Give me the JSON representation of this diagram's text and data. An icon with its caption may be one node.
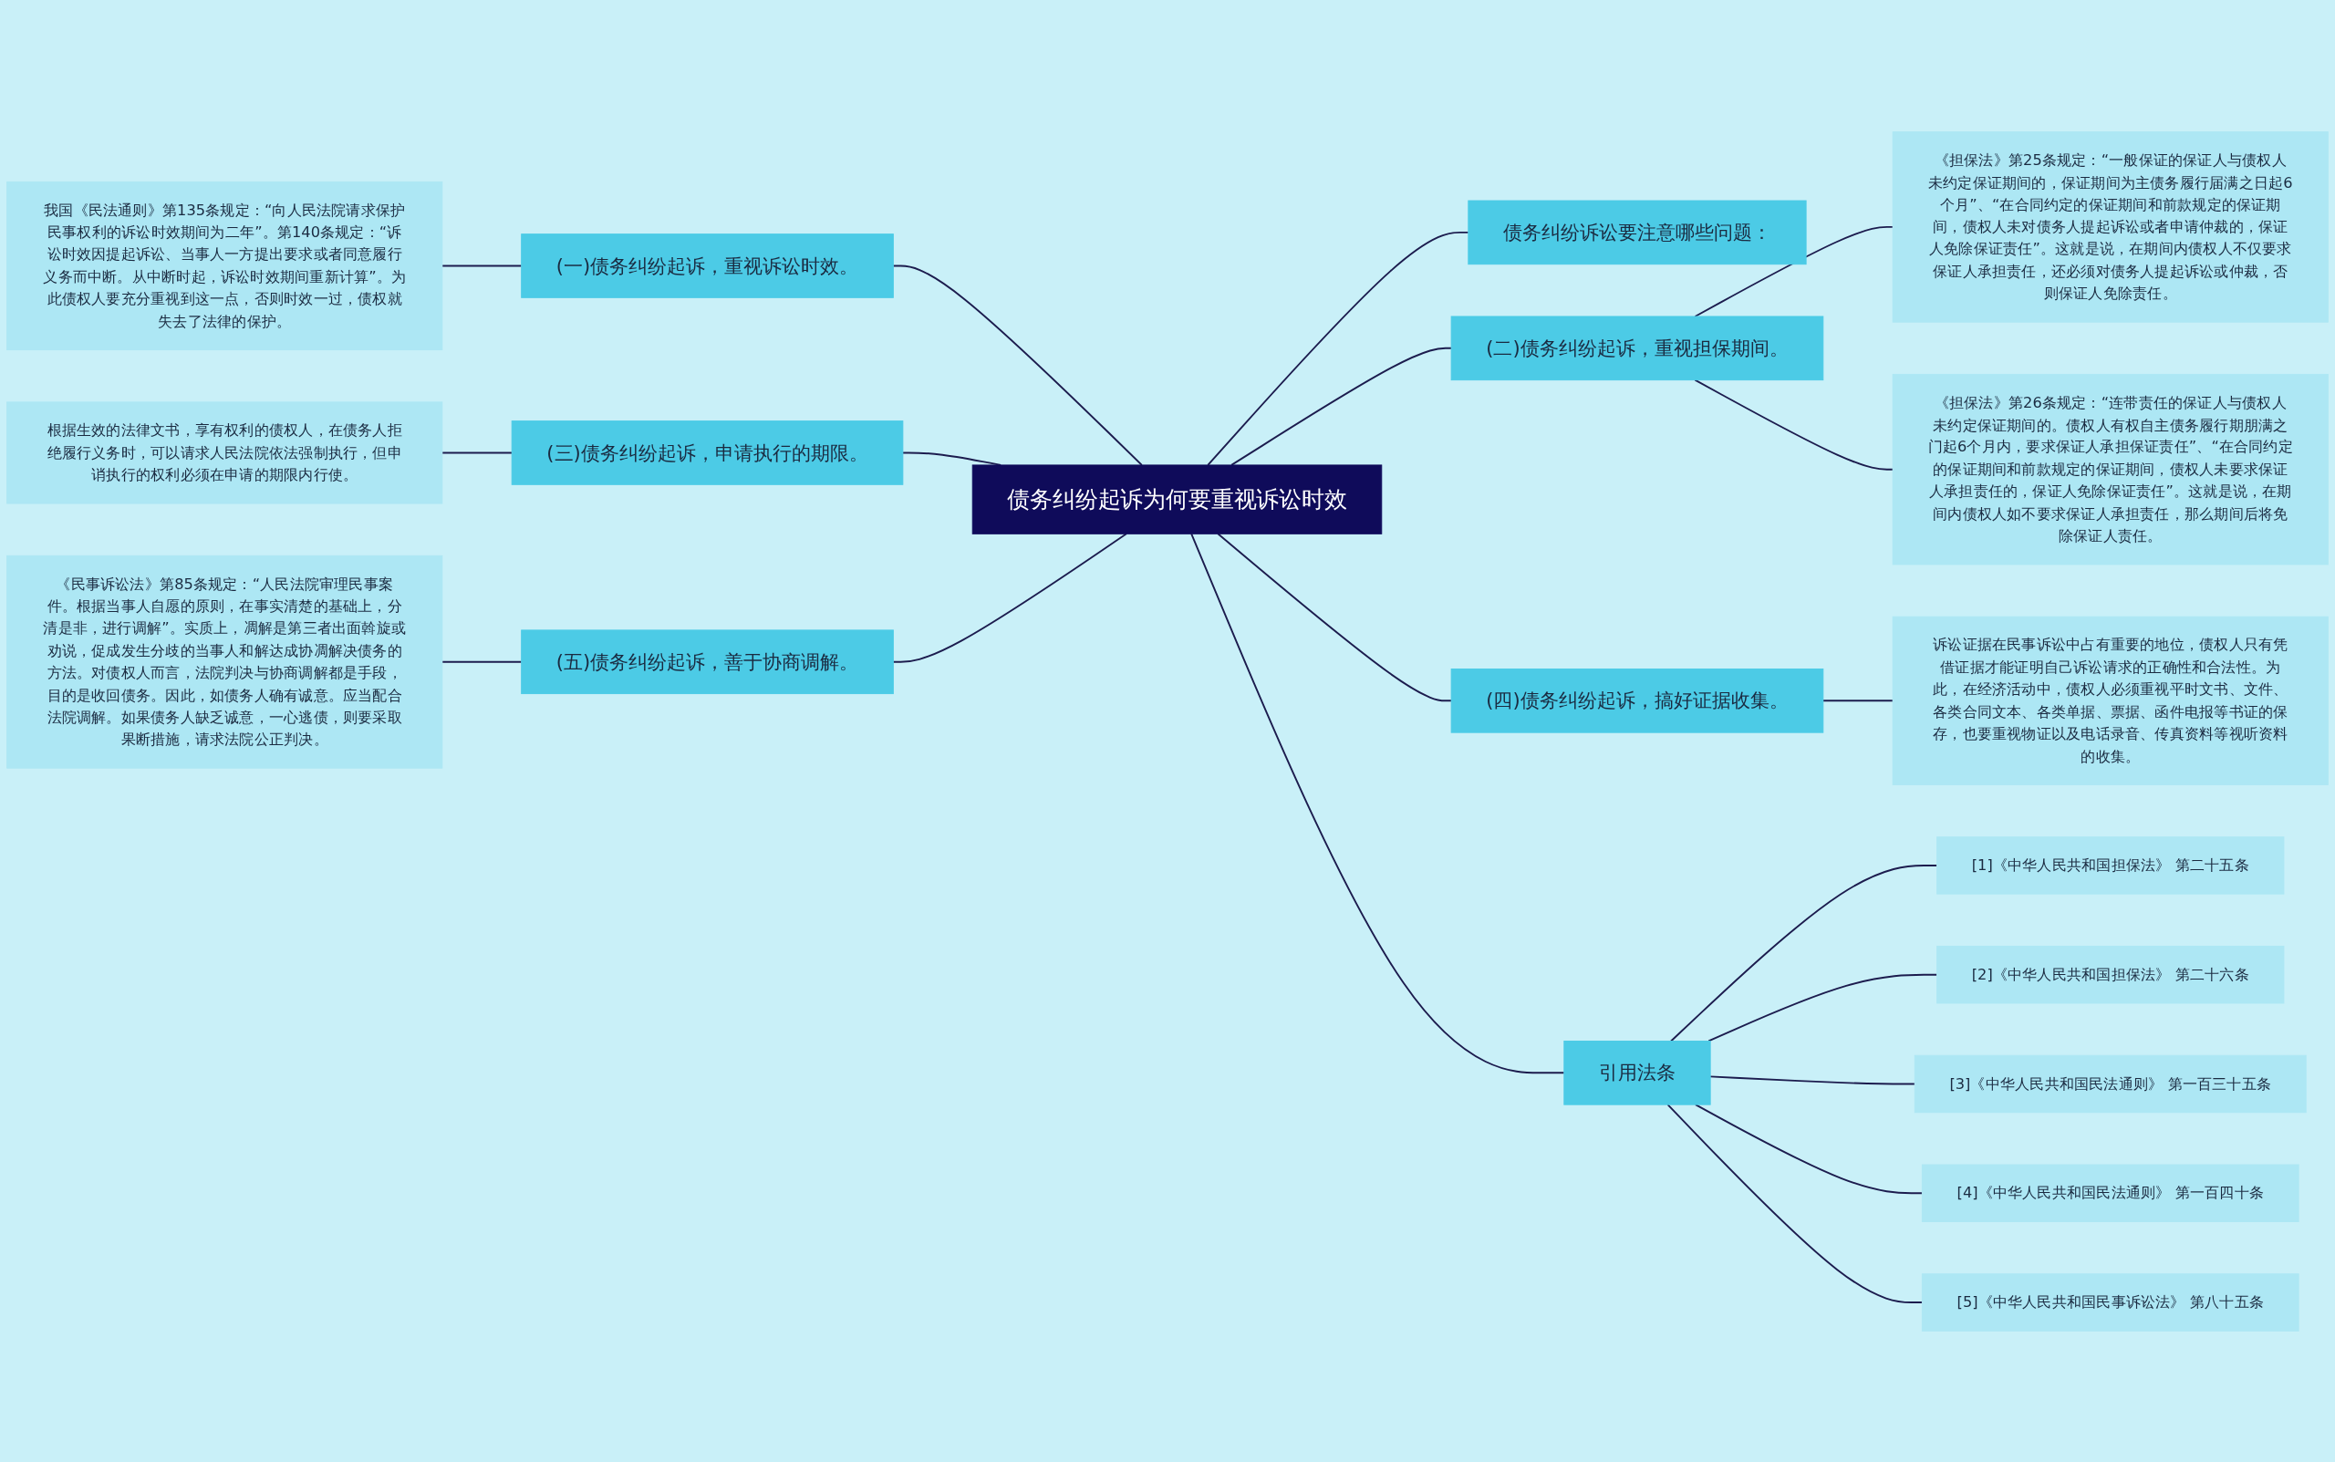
{
  "diagram": {
    "nodes": [
      {
        "text": [
          "债务纠纷起诉为何要重视诉讼时效"
        ]
      },
      {
        "text": [
          "(一)债务纠纷起诉，重视诉讼时效。"
        ]
      },
      {
        "text": [
          "我国《民法通则》第135条规定：“向人民法院请求保护民事权利的诉讼时效期间为二年”。第140条规定：“诉讼时效因提起诉讼、当事人一方提出要求或者同意履行义务而中断。从中断时起，诉讼时效期间重新计算”。为此债权人要充分重视到这一点，否则时效一过，债权就失去了法律的保护。"
        ]
      },
      {
        "text": [
          "(三)债务纠纷起诉，申请执行的期限。"
        ]
      },
      {
        "text": [
          "根据生效的法律文书，享有权利的债权人，在债务人拒绝履行义务时，可以请求人民法院依法强制执行，但申诮执行的权利必须在申请的期限内行使。"
        ]
      },
      {
        "text": [
          "(五)债务纠纷起诉，善于协商调解。"
        ]
      },
      {
        "text": [
          "《民事诉讼法》第85条规定：“人民法院审理民事案件。根据当事人自愿的原则，在事实清楚的基础上，分清是非，进行调解”。实质上，凋解是第三者出面斡旋或劝说，促成发生分歧的当事人和解达成协凋解决债务的方法。对债权人而言，法院判决与协商调解都是手段，目的是收回债务。因此，如债务人确有诚意。应当配合法院调解。如果债务人缺乏诚意，一心逃债，则要采取果断措施，请求法院公正判决。"
        ]
      },
      {
        "text": [
          "债务纠纷诉讼要注意哪些问题："
        ]
      },
      {
        "text": [
          "(二)债务纠纷起诉，重视担保期间。"
        ]
      },
      {
        "text": [
          "《担保法》第25条规定：“一般保证的保证人与债权人未约定保证期间的，保证期间为主债务履行届满之日起6个月”、“在合同约定的保证期间和前款规定的保证期间，债权人未对债务人提起诉讼或者申请仲裁的，保证人免除保证责任”。这就是说，在期间内债权人不仅要求保证人承担责任，还必须对债务人提起诉讼或仲裁，否则保证人免除责任。"
        ]
      },
      {
        "text": [
          "《担保法》第26条规定：“连带责任的保证人与债权人未约定保证期间的。债权人有权自主债务履行期朋满之门起6个月内，要求保证人承担保证责任”、“在合同约定的保证期间和前款规定的保证期间，债权人未要求保证人承担责任的，保证人免除保证责任”。这就是说，在期间内债权人如不要求保证人承担责任，那么期间后将免除保证人责任。"
        ]
      },
      {
        "text": [
          "(四)债务纠纷起诉，搞好证据收集。"
        ]
      },
      {
        "text": [
          "诉讼证据在民事诉讼中占有重要的地位，债权人只有凭借证据才能证明自己诉讼请求的正确性和合法性。为此，在经济活动中，债权人必须重视平时文书、文件、各类合同文本、各类单据、票据、函件电报等书证的保存，也要重视物证以及电话录音、传真资料等视听资料的收集。"
        ]
      },
      {
        "text": [
          "引用法条"
        ]
      },
      {
        "text": [
          "[1]《中华人民共和国担保法》 第二十五条"
        ]
      },
      {
        "text": [
          "[2]《中华人民共和国担保法》 第二十六条"
        ]
      },
      {
        "text": [
          "[3]《中华人民共和国民法通则》 第一百三十五条"
        ]
      },
      {
        "text": [
          "[4]《中华人民共和国民法通则》 第一百四十条"
        ]
      },
      {
        "text": [
          "[5]《中华人民共和国民事诉讼法》 第八十五条"
        ]
      }
    ],
    "edges": [
      {
        "from": 0,
        "to": 1,
        "arrow": "none"
      },
      {
        "from": 1,
        "to": 2,
        "arrow": "none"
      },
      {
        "from": 0,
        "to": 3,
        "arrow": "none"
      },
      {
        "from": 3,
        "to": 4,
        "arrow": "none"
      },
      {
        "from": 0,
        "to": 5,
        "arrow": "none"
      },
      {
        "from": 5,
        "to": 6,
        "arrow": "none"
      },
      {
        "from": 0,
        "to": 7,
        "arrow": "none"
      },
      {
        "from": 0,
        "to": 8,
        "arrow": "none"
      },
      {
        "from": 8,
        "to": 9,
        "arrow": "none"
      },
      {
        "from": 8,
        "to": 10,
        "arrow": "none"
      },
      {
        "from": 0,
        "to": 11,
        "arrow": "none"
      },
      {
        "from": 11,
        "to": 12,
        "arrow": "none"
      },
      {
        "from": 0,
        "to": 13,
        "arrow": "none"
      },
      {
        "from": 13,
        "to": 14,
        "arrow": "none"
      },
      {
        "from": 13,
        "to": 15,
        "arrow": "none"
      },
      {
        "from": 13,
        "to": 16,
        "arrow": "none"
      },
      {
        "from": 13,
        "to": 17,
        "arrow": "none"
      },
      {
        "from": 13,
        "to": 18,
        "arrow": "none"
      }
    ]
  }
}
